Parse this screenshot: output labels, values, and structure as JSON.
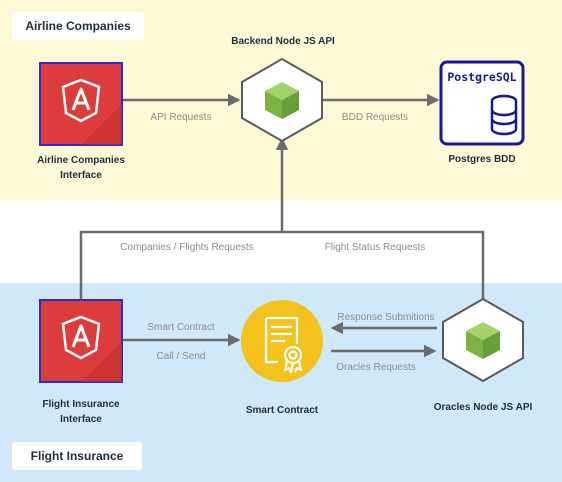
{
  "zones": {
    "top": {
      "title": "Airline Companies",
      "color": "#fdf9d6"
    },
    "bottom": {
      "title": "Flight Insurance",
      "color": "#cfe8fa"
    }
  },
  "nodes": {
    "airline_interface": {
      "label_line1": "Airline Companies",
      "label_line2": "Interface",
      "icon": "angular-icon"
    },
    "backend_api": {
      "label": "Backend Node JS API",
      "icon": "nodejs-cube-icon"
    },
    "postgres": {
      "logo_text": "PostgreSQL",
      "label": "Postgres BDD",
      "icon": "database-icon"
    },
    "insurance_interface": {
      "label_line1": "Flight Insurance",
      "label_line2": "Interface",
      "icon": "angular-icon"
    },
    "smart_contract": {
      "label": "Smart Contract",
      "icon": "certificate-icon"
    },
    "oracles_api": {
      "label": "Oracles Node JS API",
      "icon": "nodejs-cube-icon"
    }
  },
  "edges": {
    "api_requests": "API Requests",
    "bdd_requests": "BDD Requests",
    "companies_flights_requests": "Companies / Flights Requests",
    "flight_status_requests": "Flight Status Requests",
    "smart_contract_line1": "Smart Contract",
    "smart_contract_line2": "Call / Send",
    "response_submitions": "Response Submitions",
    "oracles_requests": "Oracles Requests"
  },
  "colors": {
    "angular_red": "#dd3c3c",
    "angular_border": "#2b2bd0",
    "node_green": "#8bc34a",
    "contract_yellow": "#f3c21c",
    "postgres_blue": "#1a1a8c",
    "arrow_gray": "#6b6b6b"
  }
}
